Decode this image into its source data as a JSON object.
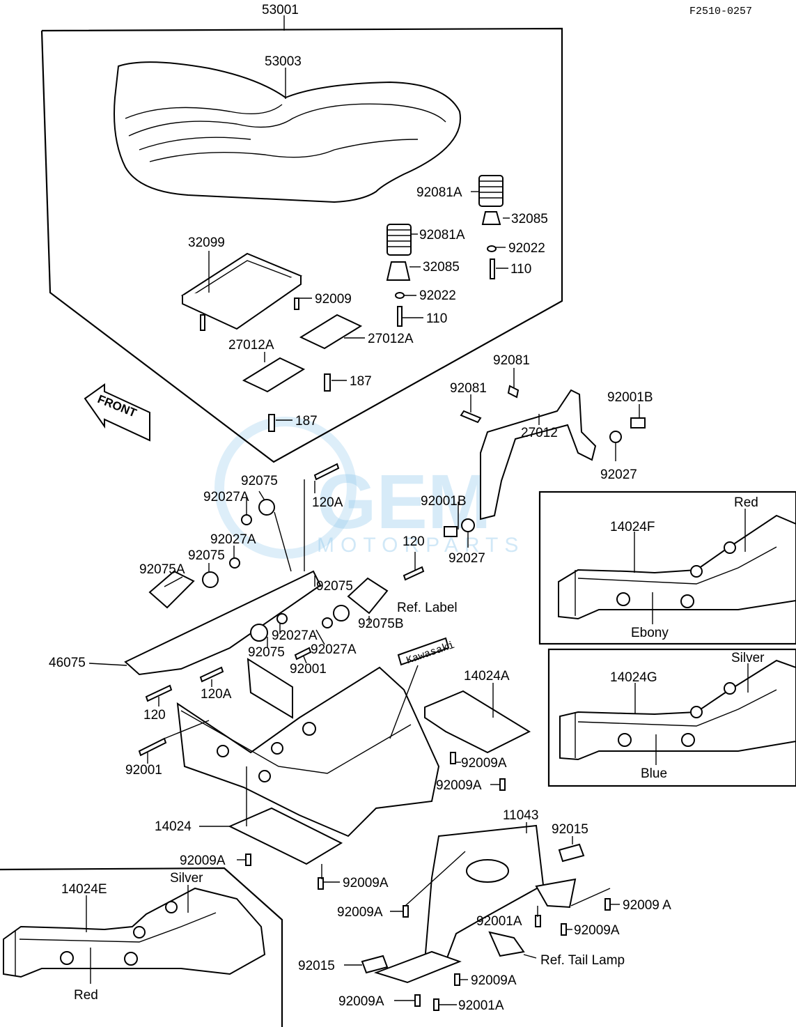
{
  "doc_code": "F2510-0257",
  "front_label": "FRONT",
  "watermark": {
    "brand": "GEM",
    "sub": "MOTORPARTS"
  },
  "callouts": {
    "c53001": "53001",
    "c53003": "53003",
    "c92081A_1": "92081A",
    "c32085_1": "32085",
    "c92022_1": "92022",
    "c110_1": "110",
    "c92081A_2": "92081A",
    "c32085_2": "32085",
    "c92022_2": "92022",
    "c110_2": "110",
    "c32099": "32099",
    "c92009": "92009",
    "c27012A_1": "27012A",
    "c27012A_2": "27012A",
    "c187_1": "187",
    "c187_2": "187",
    "c92081_1": "92081",
    "c92081_2": "92081",
    "c92001B_1": "92001B",
    "c27012": "27012",
    "c92027_1": "92027",
    "c92075_1": "92075",
    "c92027A_1": "92027A",
    "c120A_1": "120A",
    "c92001B_2": "92001B",
    "c120_1": "120",
    "c92027_2": "92027",
    "c92027A_2": "92027A",
    "c92075_2": "92075",
    "c92075A": "92075A",
    "c92075_3": "92075",
    "c92075B": "92075B",
    "c92027A_3": "92027A",
    "c92075_4": "92075",
    "c92027A_4": "92027A",
    "c92001_1": "92001",
    "c46075": "46075",
    "c120A_2": "120A",
    "c120_2": "120",
    "c92001_2": "92001",
    "c14024A": "14024A",
    "c92009A_1": "92009A",
    "c92009A_2": "92009A",
    "c14024": "14024",
    "c92009A_3": "92009A",
    "c92009A_4": "92009A",
    "c11043": "11043",
    "c92015_1": "92015",
    "c92009A_5": "92009A",
    "c92009A_6": "92009 A",
    "c92001A_1": "92001A",
    "c92009A_7": "92009A",
    "c92015_2": "92015",
    "c92009A_8": "92009A",
    "c92009A_9": "92009A",
    "c92001A_2": "92001A",
    "ref_label": "Ref. Label",
    "ref_tail_lamp": "Ref. Tail Lamp",
    "label_plate_text": "Kawasaki"
  },
  "variant_boxes": {
    "f": {
      "part": "14024F",
      "top_color": "Red",
      "bottom_color": "Ebony"
    },
    "g": {
      "part": "14024G",
      "top_color": "Silver",
      "bottom_color": "Blue"
    },
    "e": {
      "part": "14024E",
      "top_color": "Silver",
      "bottom_color": "Red"
    }
  }
}
